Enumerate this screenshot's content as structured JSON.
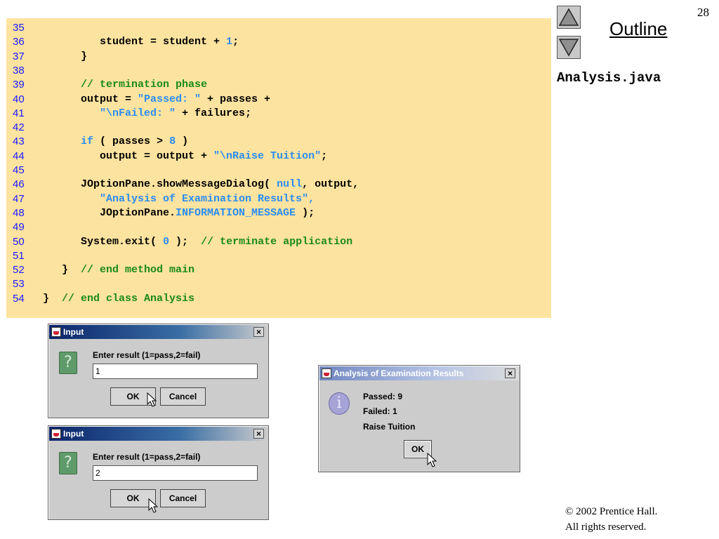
{
  "slide": {
    "number": "28",
    "outline_label": "Outline",
    "file_name": "Analysis.java",
    "copyright_line1": "© 2002 Prentice Hall.",
    "copyright_line2": "All rights reserved."
  },
  "code_lines": [
    {
      "n": "35",
      "segs": []
    },
    {
      "n": "36",
      "segs": [
        {
          "t": "         student = student + ",
          "c": ""
        },
        {
          "t": "1",
          "c": "c-num"
        },
        {
          "t": ";",
          "c": ""
        }
      ]
    },
    {
      "n": "37",
      "segs": [
        {
          "t": "      }",
          "c": ""
        }
      ]
    },
    {
      "n": "38",
      "segs": []
    },
    {
      "n": "39",
      "segs": [
        {
          "t": "      ",
          "c": ""
        },
        {
          "t": "// termination phase",
          "c": "c-com"
        }
      ]
    },
    {
      "n": "40",
      "segs": [
        {
          "t": "      output = ",
          "c": ""
        },
        {
          "t": "\"Passed: \"",
          "c": "c-str"
        },
        {
          "t": " + passes +",
          "c": ""
        }
      ]
    },
    {
      "n": "41",
      "segs": [
        {
          "t": "         ",
          "c": ""
        },
        {
          "t": "\"\\nFailed: \"",
          "c": "c-str"
        },
        {
          "t": " + failures;",
          "c": ""
        }
      ]
    },
    {
      "n": "42",
      "segs": []
    },
    {
      "n": "43",
      "segs": [
        {
          "t": "      ",
          "c": ""
        },
        {
          "t": "if",
          "c": "c-kw"
        },
        {
          "t": " ( passes > ",
          "c": ""
        },
        {
          "t": "8",
          "c": "c-num"
        },
        {
          "t": " )",
          "c": ""
        }
      ]
    },
    {
      "n": "44",
      "segs": [
        {
          "t": "         output = output + ",
          "c": ""
        },
        {
          "t": "\"\\nRaise Tuition\"",
          "c": "c-str"
        },
        {
          "t": ";",
          "c": ""
        }
      ]
    },
    {
      "n": "45",
      "segs": []
    },
    {
      "n": "46",
      "segs": [
        {
          "t": "      JOptionPane.showMessageDialog( ",
          "c": ""
        },
        {
          "t": "null",
          "c": "c-kw"
        },
        {
          "t": ", output,",
          "c": ""
        }
      ]
    },
    {
      "n": "47",
      "segs": [
        {
          "t": "         ",
          "c": ""
        },
        {
          "t": "\"Analysis of Examination Results\",",
          "c": "c-str"
        }
      ]
    },
    {
      "n": "48",
      "segs": [
        {
          "t": "         JOptionPane.",
          "c": ""
        },
        {
          "t": "INFORMATION_MESSAGE",
          "c": "c-const"
        },
        {
          "t": " );",
          "c": ""
        }
      ]
    },
    {
      "n": "49",
      "segs": []
    },
    {
      "n": "50",
      "segs": [
        {
          "t": "      System.exit( ",
          "c": ""
        },
        {
          "t": "0",
          "c": "c-num"
        },
        {
          "t": " );  ",
          "c": ""
        },
        {
          "t": "// terminate application",
          "c": "c-com"
        }
      ]
    },
    {
      "n": "51",
      "segs": []
    },
    {
      "n": "52",
      "segs": [
        {
          "t": "   }  ",
          "c": ""
        },
        {
          "t": "// end method main",
          "c": "c-com"
        }
      ]
    },
    {
      "n": "53",
      "segs": []
    },
    {
      "n": "54",
      "segs": [
        {
          "t": "}  ",
          "c": ""
        },
        {
          "t": "// end class Analysis",
          "c": "c-com"
        }
      ]
    }
  ],
  "input_dialog_1": {
    "title": "Input",
    "prompt": "Enter result (1=pass,2=fail)",
    "value": "1",
    "ok_label": "OK",
    "cancel_label": "Cancel"
  },
  "input_dialog_2": {
    "title": "Input",
    "prompt": "Enter result (1=pass,2=fail)",
    "value": "2",
    "ok_label": "OK",
    "cancel_label": "Cancel"
  },
  "result_dialog": {
    "title": "Analysis of Examination Results",
    "line1": "Passed: 9",
    "line2": "Failed: 1",
    "line3": "Raise Tuition",
    "ok_label": "OK"
  },
  "icons": {
    "close": "×",
    "question": "?",
    "info": "i"
  }
}
